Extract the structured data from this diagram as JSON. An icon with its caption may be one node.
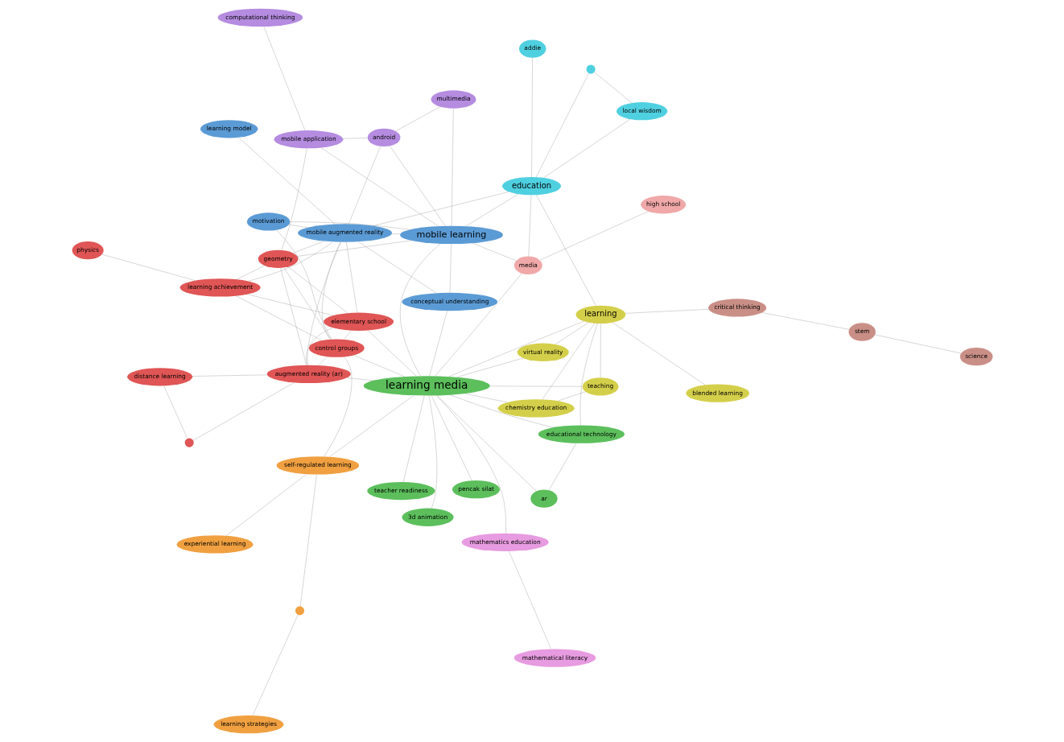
{
  "diagram": {
    "nodes": [
      {
        "text": [
          "blended learning"
        ]
      },
      {
        "text": [
          "educational technology"
        ]
      },
      {
        "text": [
          "mathematical literacy"
        ]
      },
      {
        "text": [
          "teaching"
        ]
      },
      {
        "text": [
          "ar"
        ]
      },
      {
        "text": [
          "critical thinking"
        ]
      },
      {
        "text": [
          "mathematics education"
        ]
      },
      {
        "text": [
          "learning"
        ]
      },
      {
        "text": [
          "stem"
        ]
      },
      {
        "text": [
          "teacher readiness"
        ]
      },
      {
        "text": [
          "experiential learning"
        ]
      },
      {
        "text": [
          "chemistry education"
        ]
      },
      {
        "text": [
          "science"
        ]
      },
      {
        "text": [
          "virtual reality"
        ]
      },
      {
        "text": [
          "motivation"
        ]
      },
      {
        "text": [],
        "shape": "circle"
      },
      {
        "text": [
          "learning strategies"
        ]
      },
      {
        "text": [
          "conceptual understanding"
        ]
      },
      {
        "text": [
          "self-regulated learning"
        ]
      },
      {
        "text": [
          "control groups"
        ]
      },
      {
        "text": [
          "learning media"
        ]
      },
      {
        "text": [],
        "shape": "circle"
      },
      {
        "text": [
          "local wisdom"
        ]
      },
      {
        "text": [
          "mobile learning"
        ]
      },
      {
        "text": [
          "high school"
        ]
      },
      {
        "text": [
          "media"
        ]
      },
      {
        "text": [
          "education"
        ]
      },
      {
        "text": [
          "addie"
        ]
      },
      {
        "text": [
          "learning achievement"
        ]
      },
      {
        "text": [
          "elementary school"
        ]
      },
      {
        "text": [
          "augmented reality (ar)"
        ]
      },
      {
        "text": [],
        "shape": "circle"
      },
      {
        "text": [
          "physics"
        ]
      },
      {
        "text": [
          "mobile augmented reality"
        ]
      },
      {
        "text": [
          "geometry"
        ]
      },
      {
        "text": [
          "learning model"
        ]
      },
      {
        "text": [
          "pencak silat"
        ]
      },
      {
        "text": [
          "3d animation"
        ]
      },
      {
        "text": [
          "distance learning"
        ]
      },
      {
        "text": [
          "multimedia"
        ]
      },
      {
        "text": [
          "mobile application"
        ]
      },
      {
        "text": [
          "android"
        ]
      },
      {
        "text": [
          "computational thinking"
        ]
      }
    ],
    "edges": [
      {
        "from": 0,
        "to": 7,
        "arrow": "none"
      },
      {
        "from": 7,
        "to": 5,
        "arrow": "none"
      },
      {
        "from": 5,
        "to": 8,
        "arrow": "none"
      },
      {
        "from": 8,
        "to": 12,
        "arrow": "none"
      },
      {
        "from": 7,
        "to": 3,
        "arrow": "none"
      },
      {
        "from": 7,
        "to": 1,
        "arrow": "none"
      },
      {
        "from": 7,
        "to": 11,
        "arrow": "none"
      },
      {
        "from": 7,
        "to": 13,
        "arrow": "none"
      },
      {
        "from": 7,
        "to": 20,
        "arrow": "none"
      },
      {
        "from": 7,
        "to": 26,
        "arrow": "none"
      },
      {
        "from": 3,
        "to": 11,
        "arrow": "none"
      },
      {
        "from": 3,
        "to": 20,
        "arrow": "none"
      },
      {
        "from": 1,
        "to": 20,
        "arrow": "none"
      },
      {
        "from": 1,
        "to": 4,
        "arrow": "none"
      },
      {
        "from": 4,
        "to": 20,
        "arrow": "none"
      },
      {
        "from": 9,
        "to": 20,
        "arrow": "none"
      },
      {
        "from": 11,
        "to": 20,
        "arrow": "none"
      },
      {
        "from": 13,
        "to": 20,
        "arrow": "none"
      },
      {
        "from": 2,
        "to": 6,
        "arrow": "none"
      },
      {
        "from": 6,
        "to": 20,
        "arrow": "none"
      },
      {
        "from": 10,
        "to": 18,
        "arrow": "none"
      },
      {
        "from": 18,
        "to": 15,
        "arrow": "none"
      },
      {
        "from": 15,
        "to": 16,
        "arrow": "none"
      },
      {
        "from": 18,
        "to": 20,
        "arrow": "none"
      },
      {
        "from": 18,
        "to": 19,
        "arrow": "none"
      },
      {
        "from": 14,
        "to": 23,
        "arrow": "none"
      },
      {
        "from": 14,
        "to": 33,
        "arrow": "none"
      },
      {
        "from": 14,
        "to": 19,
        "arrow": "none"
      },
      {
        "from": 17,
        "to": 23,
        "arrow": "none"
      },
      {
        "from": 17,
        "to": 33,
        "arrow": "none"
      },
      {
        "from": 17,
        "to": 20,
        "arrow": "none"
      },
      {
        "from": 19,
        "to": 20,
        "arrow": "none"
      },
      {
        "from": 19,
        "to": 28,
        "arrow": "none"
      },
      {
        "from": 19,
        "to": 29,
        "arrow": "none"
      },
      {
        "from": 19,
        "to": 34,
        "arrow": "none"
      },
      {
        "from": 19,
        "to": 30,
        "arrow": "none"
      },
      {
        "from": 19,
        "to": 33,
        "arrow": "none"
      },
      {
        "from": 22,
        "to": 21,
        "arrow": "none"
      },
      {
        "from": 22,
        "to": 26,
        "arrow": "none"
      },
      {
        "from": 21,
        "to": 26,
        "arrow": "none"
      },
      {
        "from": 26,
        "to": 27,
        "arrow": "none"
      },
      {
        "from": 26,
        "to": 33,
        "arrow": "none"
      },
      {
        "from": 26,
        "to": 23,
        "arrow": "none"
      },
      {
        "from": 26,
        "to": 25,
        "arrow": "none"
      },
      {
        "from": 23,
        "to": 20,
        "arrow": "none"
      },
      {
        "from": 23,
        "to": 33,
        "arrow": "none"
      },
      {
        "from": 23,
        "to": 25,
        "arrow": "none"
      },
      {
        "from": 23,
        "to": 34,
        "arrow": "none"
      },
      {
        "from": 23,
        "to": 41,
        "arrow": "none"
      },
      {
        "from": 20,
        "to": 25,
        "arrow": "none"
      },
      {
        "from": 25,
        "to": 24,
        "arrow": "none"
      },
      {
        "from": 20,
        "to": 30,
        "arrow": "none"
      },
      {
        "from": 20,
        "to": 37,
        "arrow": "none"
      },
      {
        "from": 20,
        "to": 36,
        "arrow": "none"
      },
      {
        "from": 20,
        "to": 29,
        "arrow": "none"
      },
      {
        "from": 28,
        "to": 32,
        "arrow": "none"
      },
      {
        "from": 28,
        "to": 29,
        "arrow": "none"
      },
      {
        "from": 28,
        "to": 33,
        "arrow": "none"
      },
      {
        "from": 28,
        "to": 34,
        "arrow": "none"
      },
      {
        "from": 29,
        "to": 34,
        "arrow": "none"
      },
      {
        "from": 29,
        "to": 30,
        "arrow": "none"
      },
      {
        "from": 29,
        "to": 33,
        "arrow": "none"
      },
      {
        "from": 30,
        "to": 34,
        "arrow": "none"
      },
      {
        "from": 30,
        "to": 33,
        "arrow": "none"
      },
      {
        "from": 30,
        "to": 31,
        "arrow": "none"
      },
      {
        "from": 30,
        "to": 38,
        "arrow": "none"
      },
      {
        "from": 31,
        "to": 38,
        "arrow": "none"
      },
      {
        "from": 33,
        "to": 34,
        "arrow": "none"
      },
      {
        "from": 33,
        "to": 35,
        "arrow": "none"
      },
      {
        "from": 33,
        "to": 41,
        "arrow": "none"
      },
      {
        "from": 40,
        "to": 23,
        "arrow": "none"
      },
      {
        "from": 40,
        "to": 34,
        "arrow": "none"
      },
      {
        "from": 40,
        "to": 42,
        "arrow": "none"
      },
      {
        "from": 40,
        "to": 41,
        "arrow": "none"
      },
      {
        "from": 41,
        "to": 39,
        "arrow": "none"
      },
      {
        "from": 39,
        "to": 23,
        "arrow": "none"
      }
    ]
  }
}
